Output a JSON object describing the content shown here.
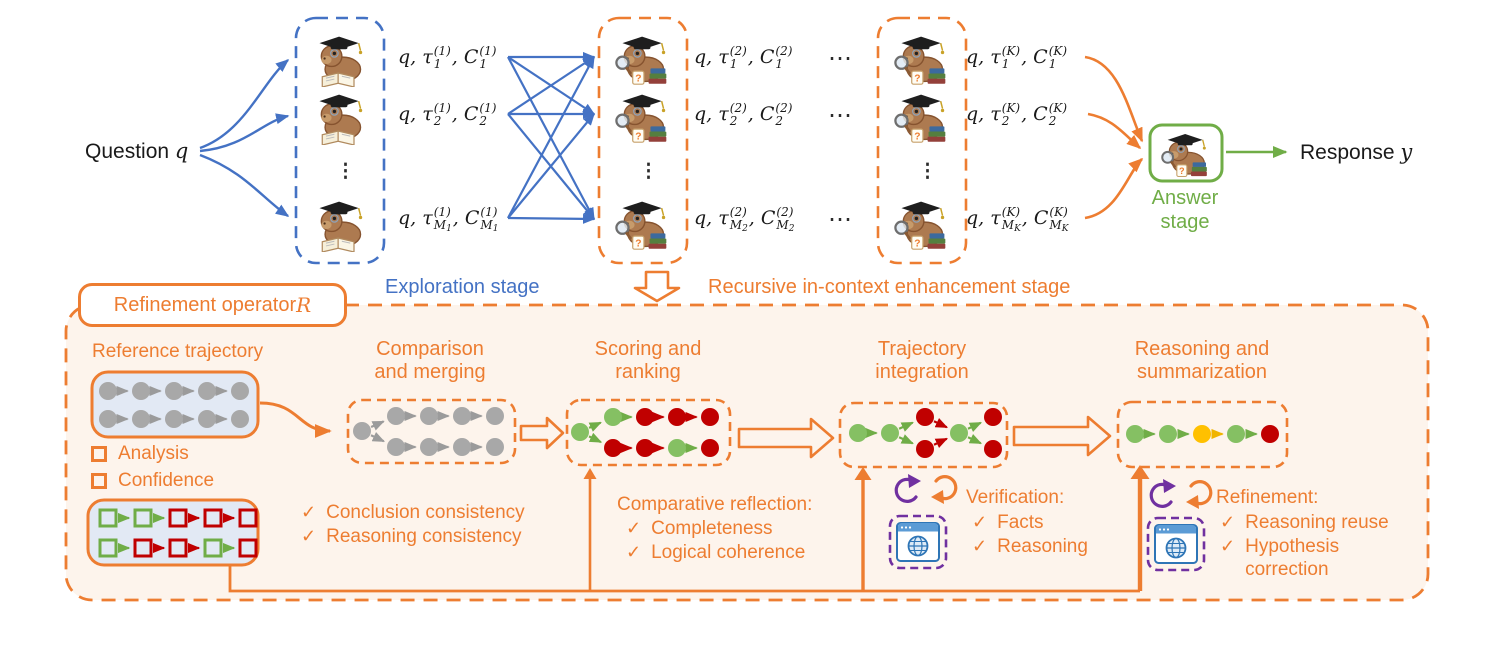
{
  "palette": {
    "orange": "#ED7D31",
    "blue": "#4472C4",
    "green_text": "#70AD47",
    "purple": "#7030A0",
    "cream_fill": "#FDF4EC",
    "panel_blue_fill": "#E2E9F4",
    "browser_blue": "#2E75B6",
    "browser_bar": "#5B9BD5",
    "node": {
      "green": "#85C063",
      "red": "#C00000",
      "yellow": "#FFC000",
      "gray": "#A8A8A8"
    },
    "edge": {
      "green": "#70AD47",
      "red": "#C00000",
      "yellow": "#F0B400",
      "gray": "#9B9B9B",
      "blue": "#4472C4",
      "orange": "#ED7D31"
    }
  },
  "icons": {
    "agent_reading": "capybara-scholar-reading-icon",
    "agent_searching": "capybara-scholar-magnifier-icon",
    "browser": "web-browser-globe-icon",
    "refresh_pair": "refresh-cycle-icon"
  },
  "top": {
    "question": {
      "text": "Question ",
      "var": "q"
    },
    "response": {
      "text": "Response ",
      "var": "y"
    },
    "answer_stage": [
      "Answer",
      "stage"
    ],
    "vdots": "⋮",
    "hdots": "⋯",
    "columns": [
      {
        "rows": [
          {
            "pre": "q, τ",
            "sup": "(1)",
            "sub": "1",
            "mid": ", C",
            "sup2": "(1)",
            "sub2": "1"
          },
          {
            "pre": "q, τ",
            "sup": "(1)",
            "sub": "2",
            "mid": ", C",
            "sup2": "(1)",
            "sub2": "2"
          },
          {
            "pre": "q, τ",
            "sup": "(1)",
            "sub": "M<sub>1</sub>",
            "mid": ", C",
            "sup2": "(1)",
            "sub2": "M<sub>1</sub>"
          }
        ]
      },
      {
        "rows": [
          {
            "pre": "q, τ",
            "sup": "(2)",
            "sub": "1",
            "mid": ", C",
            "sup2": "(2)",
            "sub2": "1"
          },
          {
            "pre": "q, τ",
            "sup": "(2)",
            "sub": "2",
            "mid": ", C",
            "sup2": "(2)",
            "sub2": "2"
          },
          {
            "pre": "q, τ",
            "sup": "(2)",
            "sub": "M<sub>2</sub>",
            "mid": ", C",
            "sup2": "(2)",
            "sub2": "M<sub>2</sub>"
          }
        ]
      },
      {
        "rows": [
          {
            "pre": "q, τ",
            "sup": "(K)",
            "sub": "1",
            "mid": ", C",
            "sup2": "(K)",
            "sub2": "1"
          },
          {
            "pre": "q, τ",
            "sup": "(K)",
            "sub": "2",
            "mid": ", C",
            "sup2": "(K)",
            "sub2": "2"
          },
          {
            "pre": "q, τ",
            "sup": "(K)",
            "sub": "M<sub>K</sub>",
            "mid": ", C",
            "sup2": "(K)",
            "sub2": "M<sub>K</sub>"
          }
        ]
      }
    ]
  },
  "stages": {
    "exploration": "Exploration stage",
    "recursive": "Recursive in-context enhancement stage"
  },
  "refinement": {
    "operator": {
      "text": "Refinement operator ",
      "var": "R"
    },
    "reference_title": "Reference trajectory",
    "legend": [
      "Analysis",
      "Confidence"
    ],
    "check_char": "✓",
    "steps": [
      [
        "Comparison",
        "and merging"
      ],
      [
        "Scoring and",
        "ranking"
      ],
      [
        "Trajectory",
        "integration"
      ],
      [
        "Reasoning and",
        "summarization"
      ]
    ],
    "consistency_checks": [
      "Conclusion consistency",
      "Reasoning consistency"
    ],
    "comparative": {
      "heading": "Comparative reflection:",
      "items": [
        "Completeness",
        "Logical coherence"
      ]
    },
    "verification": {
      "heading": "Verification:",
      "items": [
        "Facts",
        "Reasoning"
      ]
    },
    "refine": {
      "heading": "Refinement:",
      "items": [
        "Reasoning reuse",
        "Hypothesis correction"
      ]
    }
  },
  "graphs": {
    "reference_trajectory": {
      "shape": "circle",
      "nodes": [
        [
          16,
          19,
          "gray"
        ],
        [
          49,
          19,
          "gray"
        ],
        [
          82,
          19,
          "gray"
        ],
        [
          115,
          19,
          "gray"
        ],
        [
          148,
          19,
          "gray"
        ],
        [
          16,
          47,
          "gray"
        ],
        [
          49,
          47,
          "gray"
        ],
        [
          82,
          47,
          "gray"
        ],
        [
          115,
          47,
          "gray"
        ],
        [
          148,
          47,
          "gray"
        ]
      ],
      "edges": [
        [
          0,
          1,
          "gray"
        ],
        [
          1,
          2,
          "gray"
        ],
        [
          2,
          3,
          "gray"
        ],
        [
          3,
          4,
          "gray"
        ],
        [
          5,
          6,
          "gray"
        ],
        [
          6,
          7,
          "gray"
        ],
        [
          7,
          8,
          "gray"
        ],
        [
          8,
          9,
          "gray"
        ]
      ]
    },
    "analysis_confidence_chains": {
      "shape": "square",
      "nodes": [
        [
          20,
          18,
          "green"
        ],
        [
          55,
          18,
          "green"
        ],
        [
          90,
          18,
          "red"
        ],
        [
          125,
          18,
          "red"
        ],
        [
          160,
          18,
          "red"
        ],
        [
          20,
          48,
          "green"
        ],
        [
          55,
          48,
          "red"
        ],
        [
          90,
          48,
          "red"
        ],
        [
          125,
          48,
          "green"
        ],
        [
          160,
          48,
          "red"
        ]
      ],
      "edges": [
        [
          0,
          1,
          "green"
        ],
        [
          1,
          2,
          "green"
        ],
        [
          2,
          3,
          "red"
        ],
        [
          3,
          4,
          "red"
        ],
        [
          5,
          6,
          "green"
        ],
        [
          6,
          7,
          "red"
        ],
        [
          7,
          8,
          "red"
        ],
        [
          8,
          9,
          "green"
        ]
      ]
    },
    "comparison_merging": {
      "shape": "circle",
      "nodes": [
        [
          14,
          31,
          "gray"
        ],
        [
          48,
          16,
          "gray"
        ],
        [
          81,
          16,
          "gray"
        ],
        [
          114,
          16,
          "gray"
        ],
        [
          147,
          16,
          "gray"
        ],
        [
          48,
          47,
          "gray"
        ],
        [
          81,
          47,
          "gray"
        ],
        [
          114,
          47,
          "gray"
        ],
        [
          147,
          47,
          "gray"
        ]
      ],
      "edges": [
        [
          0,
          1,
          "gray"
        ],
        [
          1,
          2,
          "gray"
        ],
        [
          2,
          3,
          "gray"
        ],
        [
          3,
          4,
          "gray"
        ],
        [
          0,
          5,
          "gray"
        ],
        [
          5,
          6,
          "gray"
        ],
        [
          6,
          7,
          "gray"
        ],
        [
          7,
          8,
          "gray"
        ]
      ]
    },
    "scoring_ranking": {
      "shape": "circle",
      "nodes": [
        [
          13,
          32,
          "green"
        ],
        [
          46,
          17,
          "green"
        ],
        [
          78,
          17,
          "red"
        ],
        [
          110,
          17,
          "red"
        ],
        [
          143,
          17,
          "red"
        ],
        [
          46,
          48,
          "red"
        ],
        [
          78,
          48,
          "red"
        ],
        [
          110,
          48,
          "green"
        ],
        [
          143,
          48,
          "red"
        ]
      ],
      "edges": [
        [
          0,
          1,
          "green"
        ],
        [
          1,
          2,
          "green"
        ],
        [
          2,
          3,
          "red"
        ],
        [
          3,
          4,
          "red"
        ],
        [
          0,
          5,
          "green"
        ],
        [
          5,
          6,
          "red"
        ],
        [
          6,
          7,
          "red"
        ],
        [
          7,
          8,
          "green"
        ]
      ]
    },
    "trajectory_integration": {
      "shape": "circle",
      "nodes": [
        [
          18,
          30,
          "green"
        ],
        [
          50,
          30,
          "green"
        ],
        [
          85,
          14,
          "red"
        ],
        [
          85,
          46,
          "red"
        ],
        [
          119,
          30,
          "green"
        ],
        [
          153,
          14,
          "red"
        ],
        [
          153,
          46,
          "red"
        ]
      ],
      "edges": [
        [
          0,
          1,
          "green"
        ],
        [
          1,
          2,
          "green"
        ],
        [
          1,
          3,
          "green"
        ],
        [
          2,
          4,
          "red"
        ],
        [
          3,
          4,
          "red"
        ],
        [
          4,
          5,
          "green"
        ],
        [
          4,
          6,
          "green"
        ]
      ]
    },
    "reasoning_summarization": {
      "shape": "circle",
      "nodes": [
        [
          17,
          32,
          "green"
        ],
        [
          50,
          32,
          "green"
        ],
        [
          84,
          32,
          "yellow"
        ],
        [
          118,
          32,
          "green"
        ],
        [
          152,
          32,
          "red"
        ]
      ],
      "edges": [
        [
          0,
          1,
          "green"
        ],
        [
          1,
          2,
          "green"
        ],
        [
          2,
          3,
          "yellow"
        ],
        [
          3,
          4,
          "green"
        ]
      ]
    }
  }
}
